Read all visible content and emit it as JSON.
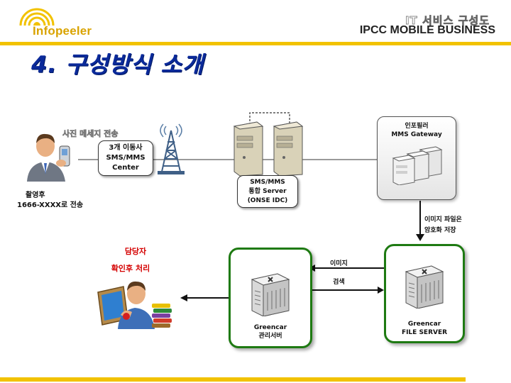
{
  "header": {
    "logo_text": "Infopeeler",
    "top_right_small": "IT 서비스 구성도",
    "brand": "IPCC MOBILE BUSINESS"
  },
  "title": "4. 구성방식 소개",
  "diagram": {
    "phone_caption": "사진 메세지 전송",
    "user_note_line1": "촬영후",
    "user_note_line2": "1666-XXXX로 전송",
    "mobile_center": [
      "3개 이동사",
      "SMS/MMS",
      "Center"
    ],
    "server_label": [
      "SMS/MMS",
      "통합 Server",
      "(ONSE IDC)"
    ],
    "gateway_label": [
      "인포필러",
      "MMS Gateway"
    ],
    "store_note": [
      "이미지 파일은",
      "암호화 저장"
    ],
    "search_note": [
      "이미지",
      "검색"
    ],
    "operator_line1": "담당자",
    "operator_line2": "확인후 처리",
    "mgmt_server_label": [
      "Greencar",
      "관리서버"
    ],
    "file_server_label": [
      "Greencar",
      "FILE SERVER"
    ]
  },
  "colors": {
    "accent_yellow": "#f2c200",
    "title_blue": "#0b2a9a",
    "green_border": "#1e7a12",
    "red_text": "#d40000"
  }
}
